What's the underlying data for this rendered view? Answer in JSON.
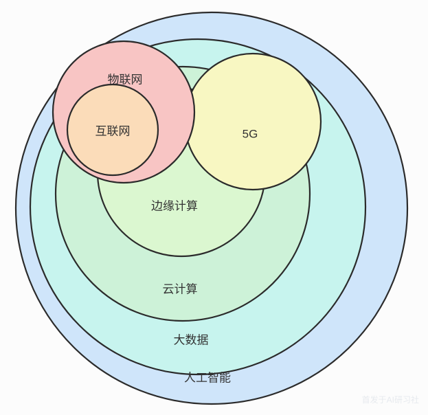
{
  "diagram": {
    "type": "nested-euler-diagram",
    "title": "",
    "circles": [
      {
        "id": "artificial-intelligence",
        "label": "人工智能",
        "color": "#cfe5fa"
      },
      {
        "id": "big-data",
        "label": "大数据",
        "color": "#c7f4ee"
      },
      {
        "id": "cloud-computing",
        "label": "云计算",
        "color": "#cdf2d8"
      },
      {
        "id": "edge-computing",
        "label": "边缘计算",
        "color": "#dbf7d0"
      },
      {
        "id": "five-g",
        "label": "5G",
        "color": "#f8f7c2"
      },
      {
        "id": "iot",
        "label": "物联网",
        "color": "#f8c5c4"
      },
      {
        "id": "internet",
        "label": "互联网",
        "color": "#fbdcb9"
      }
    ],
    "stroke_color": "#2b2b2b",
    "text_color": "#333333"
  },
  "watermark": {
    "text": "首发于AI研习社"
  }
}
